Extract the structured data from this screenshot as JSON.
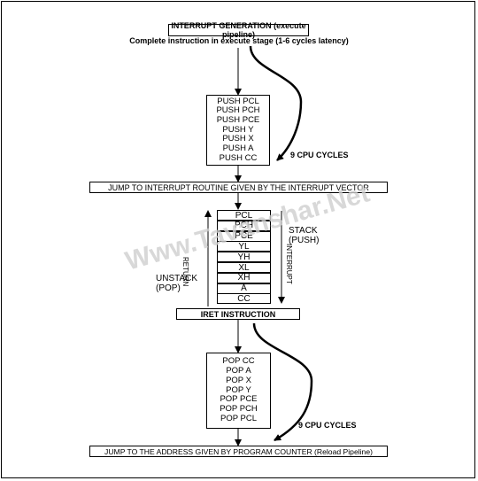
{
  "top": {
    "title": "INTERRUPT GENERATION (execute pipeline)",
    "subtitle": "Complete instruction in execute stage (1-6 cycles latency)"
  },
  "push_list": [
    "PUSH PCL",
    "PUSH PCH",
    "PUSH PCE",
    "PUSH Y",
    "PUSH X",
    "PUSH A",
    "PUSH CC"
  ],
  "cycles_label_1": "9 CPU CYCLES",
  "jump_box": "JUMP TO INTERRUPT ROUTINE GIVEN BY THE INTERRUPT VECTOR",
  "stack_cells": [
    "PCL",
    "PCH",
    "PCE",
    "YL",
    "YH",
    "XL",
    "XH",
    "A",
    "CC"
  ],
  "stack_push_label": "STACK\n(PUSH)",
  "unstack_label": "UNSTACK\n(POP)",
  "return_label": "RETURN",
  "interrupt_label": "INTERRUPT",
  "iret_box": "IRET INSTRUCTION",
  "pop_list": [
    "POP CC",
    "POP A",
    "POP X",
    "POP Y",
    "POP PCE",
    "POP PCH",
    "POP PCL"
  ],
  "cycles_label_2": "9 CPU CYCLES",
  "final_box": "JUMP TO THE ADDRESS GIVEN BY PROGRAM COUNTER (Reload Pipeline)",
  "watermark": "Www.Tavanshar.Net"
}
